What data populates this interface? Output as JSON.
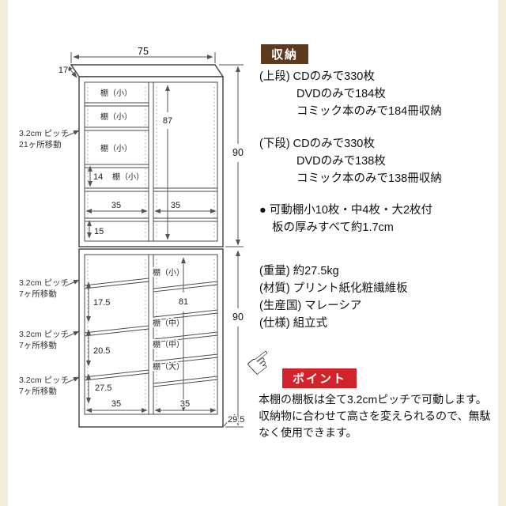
{
  "diagram": {
    "width": "75",
    "depth_top": "17",
    "upper_height": "90",
    "lower_height": "90",
    "base_depth": "29.5",
    "dim87": "87",
    "dim14": "14",
    "dim35": "35",
    "dim15": "15",
    "dim81": "81",
    "dim17_5": "17.5",
    "dim20_5": "20.5",
    "dim27_5": "27.5",
    "shelf_small": "棚（小）",
    "shelf_medium": "棚（中）",
    "shelf_large": "棚（大）",
    "pitch21_line1": "3.2cm ピッチ",
    "pitch21_line2": "21ヶ所移動",
    "pitch7_line1": "3.2cm ピッチ",
    "pitch7_line2": "7ヶ所移動"
  },
  "storage": {
    "header": "収納",
    "upper_line": "(上段) CDのみで330枚",
    "upper_dvd": "DVDのみで184枚",
    "upper_comic": "コミック本のみで184冊収納",
    "lower_line": "(下段) CDのみで330枚",
    "lower_dvd": "DVDのみで138枚",
    "lower_comic": "コミック本のみで138冊収納",
    "note_shelves": "● 可動棚小10枚・中4枚・大2枚付",
    "note_thickness": "板の厚みすべて約1.7cm",
    "weight": "(重量) 約27.5kg",
    "material": "(材質) プリント紙化粧繊維板",
    "country": "(生産国) マレーシア",
    "assembly": "(仕様) 組立式"
  },
  "point": {
    "header": "ポイント",
    "hand": "☞",
    "body": "本棚の棚板は全て3.2cmピッチで可動します。収納物に合わせて高さを変えられるので、無駄なく使用できます。"
  }
}
